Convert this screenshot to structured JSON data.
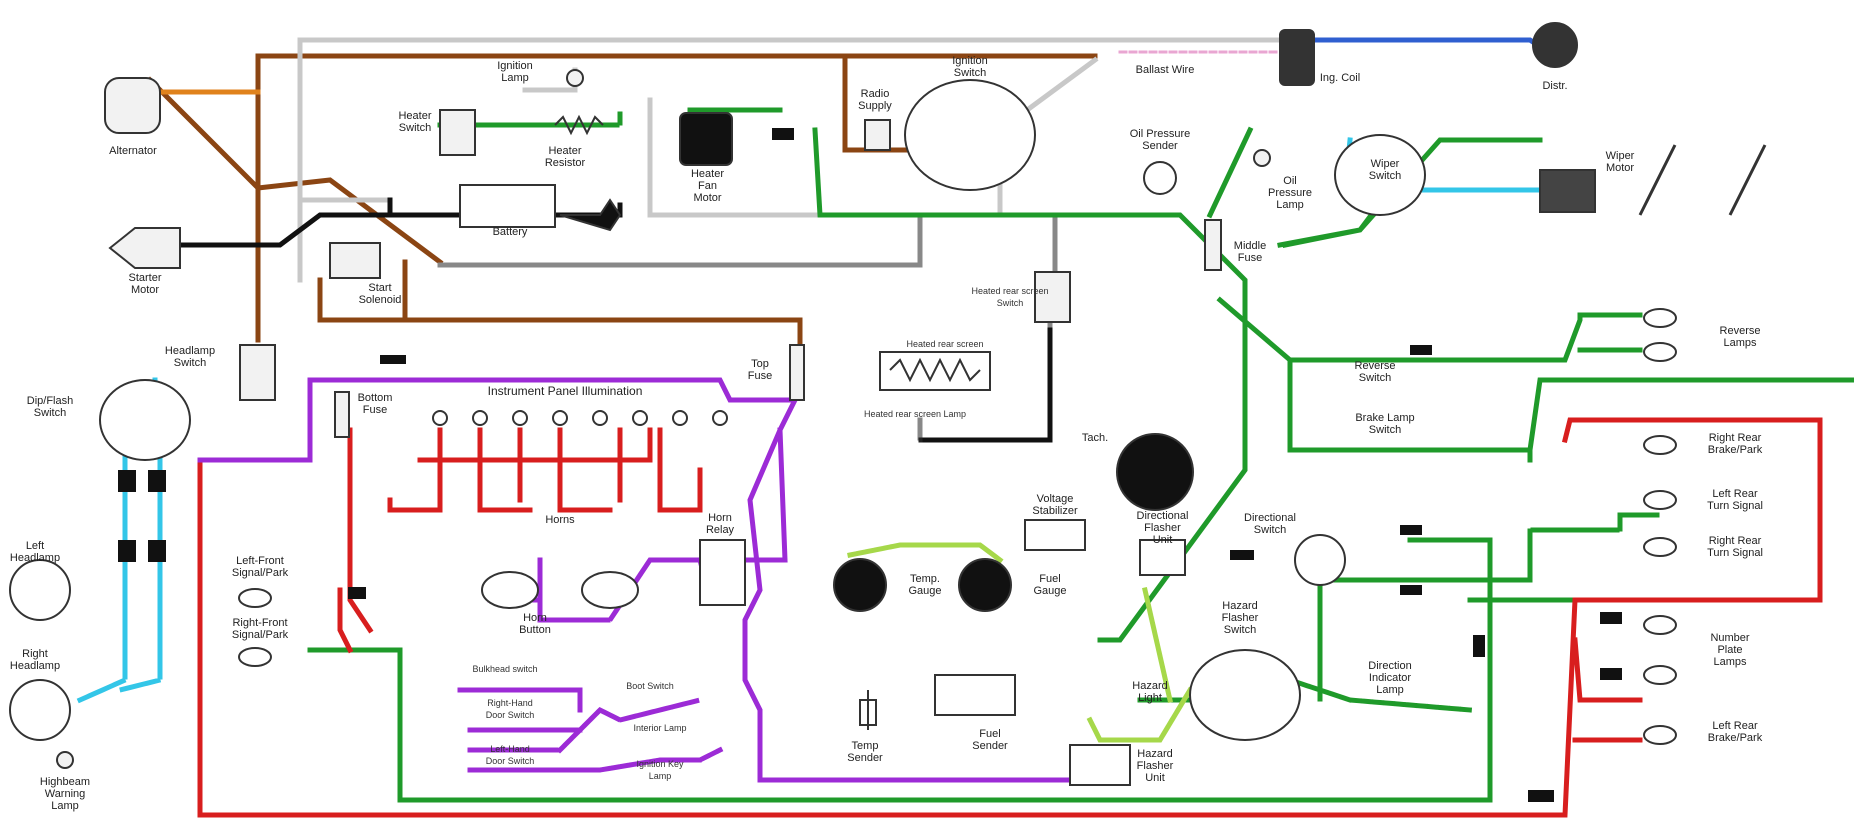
{
  "labels": {
    "alternator": "Alternator",
    "ignition_lamp": "Ignition\nLamp",
    "ignition_switch": "Ignition\nSwitch",
    "radio_supply": "Radio\nSupply",
    "ballast_wire": "Ballast Wire",
    "ign_coil": "Ing. Coil",
    "distributor": "Distr.",
    "heater_switch": "Heater\nSwitch",
    "heater_resistor": "Heater\nResistor",
    "heater_fan_motor": "Heater\nFan\nMotor",
    "oil_pressure_sender": "Oil Pressure\nSender",
    "oil_pressure_lamp": "Oil\nPressure\nLamp",
    "wiper_switch": "Wiper\nSwitch",
    "wiper_motor": "Wiper\nMotor",
    "starter_motor": "Starter\nMotor",
    "start_solenoid": "Start\nSolenoid",
    "battery": "Battery",
    "middle_fuse": "Middle\nFuse",
    "rear_screen_switch": "Heated rear screen\nSwitch",
    "reverse_switch": "Reverse\nSwitch",
    "reverse_lamps": "Reverse\nLamps",
    "headlamp_switch": "Headlamp\nSwitch",
    "top_fuse": "Top\nFuse",
    "heated_rear_screen": "Heated rear screen",
    "dipflash_switch": "Dip/Flash\nSwitch",
    "bottom_fuse": "Bottom\nFuse",
    "instrument_panel_illumination": "Instrument Panel Illumination",
    "rear_screen_lamp": "Heated rear screen Lamp",
    "tach": "Tach.",
    "brake_lamp_switch": "Brake Lamp\nSwitch",
    "right_rear_brakepark": "Right Rear\nBrake/Park",
    "left_rear_turn_signal": "Left Rear\nTurn Signal",
    "right_rear_turn_signal": "Right Rear\nTurn Signal",
    "number_plate_lamps": "Number\nPlate\nLamps",
    "left_rear_brakepark": "Left Rear\nBrake/Park",
    "left_headlamp": "Left\nHeadlamp",
    "right_headlamp": "Right\nHeadlamp",
    "highbeam_warning_lamp": "Highbeam\nWarning\nLamp",
    "horns": "Horns",
    "left_front_signal": "Left-Front\nSignal/Park",
    "right_front_signal": "Right-Front\nSignal/Park",
    "horn_relay": "Horn\nRelay",
    "horn_button": "Horn\nButton",
    "voltage_stabilizer": "Voltage\nStabilizer",
    "directional_flasher_unit": "Directional\nFlasher\nUnit",
    "directional_switch": "Directional\nSwitch",
    "temp_gauge": "Temp.\nGauge",
    "fuel_gauge": "Fuel\nGauge",
    "hazard_flasher_switch": "Hazard\nFlasher\nSwitch",
    "hazard_light": "Hazard\nLight",
    "direction_indicator_lamp": "Direction\nIndicator\nLamp",
    "bulkhead_switch": "Bulkhead switch",
    "boot_switch": "Boot Switch",
    "right_hand_door_switch": "Right-Hand\nDoor Switch",
    "interior_lamp": "Interior Lamp",
    "left_hand_door_switch": "Left-Hand\nDoor Switch",
    "ignition_key_lamp": "Ignition Key\nLamp",
    "temp_sender": "Temp\nSender",
    "fuel_sender": "Fuel\nSender",
    "hazard_flasher_unit": "Hazard\nFlasher\nUnit"
  },
  "wire_colors": {
    "brown": "#8B4513",
    "white": "#c8c8c8",
    "green": "#1f9a2a",
    "red": "#d81e1e",
    "purple": "#9c2bd6",
    "black": "#111111",
    "lightblue": "#33c6e8",
    "orange": "#e0821c",
    "blue": "#2f5fd0",
    "lightgreen": "#a6d84a"
  }
}
